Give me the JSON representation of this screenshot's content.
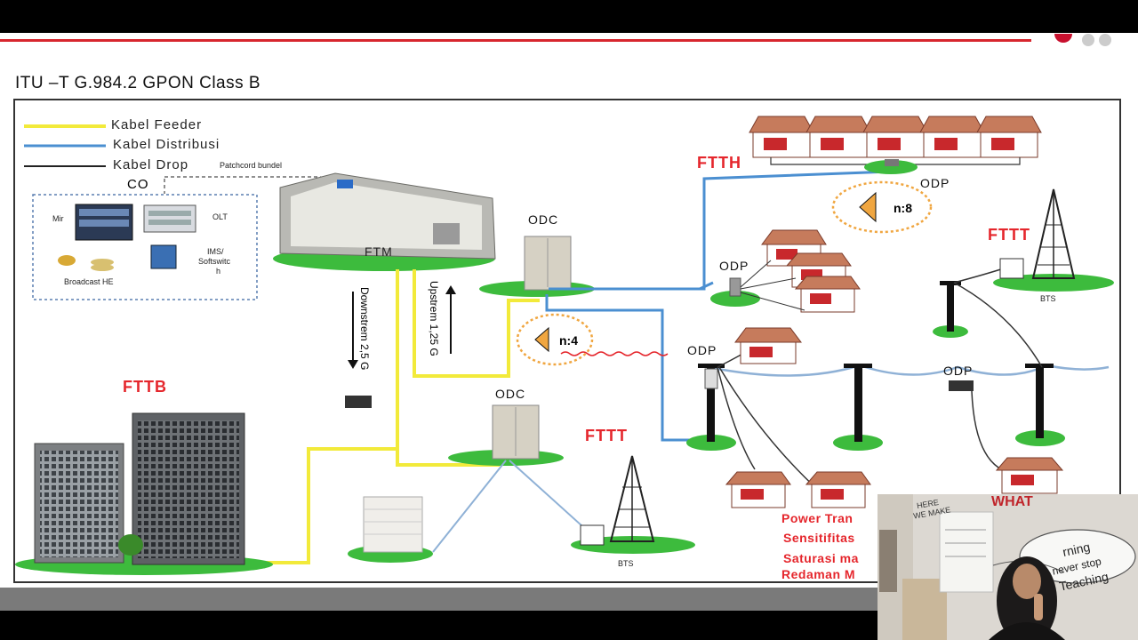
{
  "slide": {
    "heading": "ITU –T G.984.2  GPON Class B",
    "legend": {
      "feeder": "Kabel Feeder",
      "distribusi": "Kabel Distribusi",
      "drop": "Kabel Drop",
      "patchcord": "Patchcord  bundel"
    },
    "colors": {
      "feeder": "#f2ea3a",
      "distribusi": "#4b8fd1",
      "drop": "#222222",
      "accent": "#e5262c",
      "ground": "#3dbb3d"
    },
    "co": {
      "label": "CO",
      "mr": "Mir",
      "olt": "OLT",
      "ims": "IMS/",
      "softswitch": "Softswitc",
      "softswitch2": "h",
      "broadcast": "Broadcast HE"
    },
    "ftm": "FTM",
    "downstream": "Downstrem 2,5 G",
    "upstream": "Upstrem 1,25 G",
    "odc_top": "ODC",
    "odc_bottom": "ODC",
    "splitter4": "n:4",
    "splitter8": "n:8",
    "ftth": "FTTH",
    "fttb": "FTTB",
    "fttt_left": "FTTT",
    "fttt_right": "FTTT",
    "odp_top": "ODP",
    "odp_mid": "ODP",
    "odp_pole": "ODP",
    "odp_right": "ODP",
    "bts_left": "BTS",
    "bts_right": "BTS",
    "notes": [
      "Power Tran",
      "Sensitifitas",
      "Saturasi ma",
      "Redaman M"
    ],
    "webcam": {
      "board1": "HERE",
      "board2": "WE MAKE",
      "board3": "WHAT",
      "bubble1": "rning",
      "bubble2": "never stop",
      "bubble3": "Teaching"
    }
  }
}
